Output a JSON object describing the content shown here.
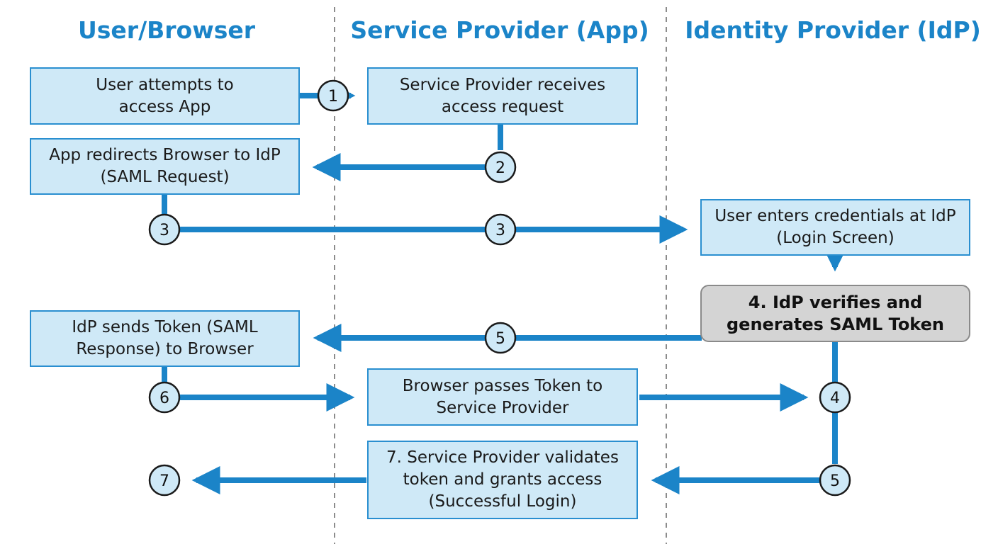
{
  "lanes": {
    "user": "User/Browser",
    "sp": "Service Provider (App)",
    "idp": "Identity Provider (IdP)"
  },
  "boxes": {
    "user_attempts": "User attempts to\naccess App",
    "sp_receives": "Service Provider receives\naccess request",
    "app_redirects": "App redirects Browser to IdP\n(SAML Request)",
    "user_enters": "User enters credentials at IdP\n(Login Screen)",
    "idp_verifies": "4. IdP verifies and\ngenerates SAML Token",
    "idp_sends": "IdP sends Token (SAML\nResponse) to Browser",
    "browser_passes": "Browser passes Token to\nService Provider",
    "sp_validates": "7. Service Provider validates\ntoken and grants access\n(Successful Login)"
  },
  "steps": {
    "s1": "1",
    "s2": "2",
    "s3a": "3",
    "s3b": "3",
    "s4": "4",
    "s5a": "5",
    "s5b": "5",
    "s6": "6",
    "s7": "7"
  },
  "colors": {
    "accent": "#1b84c8",
    "box_fill": "#cfe9f7",
    "box_border": "#2a8fd0",
    "gray_fill": "#d4d4d4",
    "circle_fill": "#cfe9f7"
  }
}
